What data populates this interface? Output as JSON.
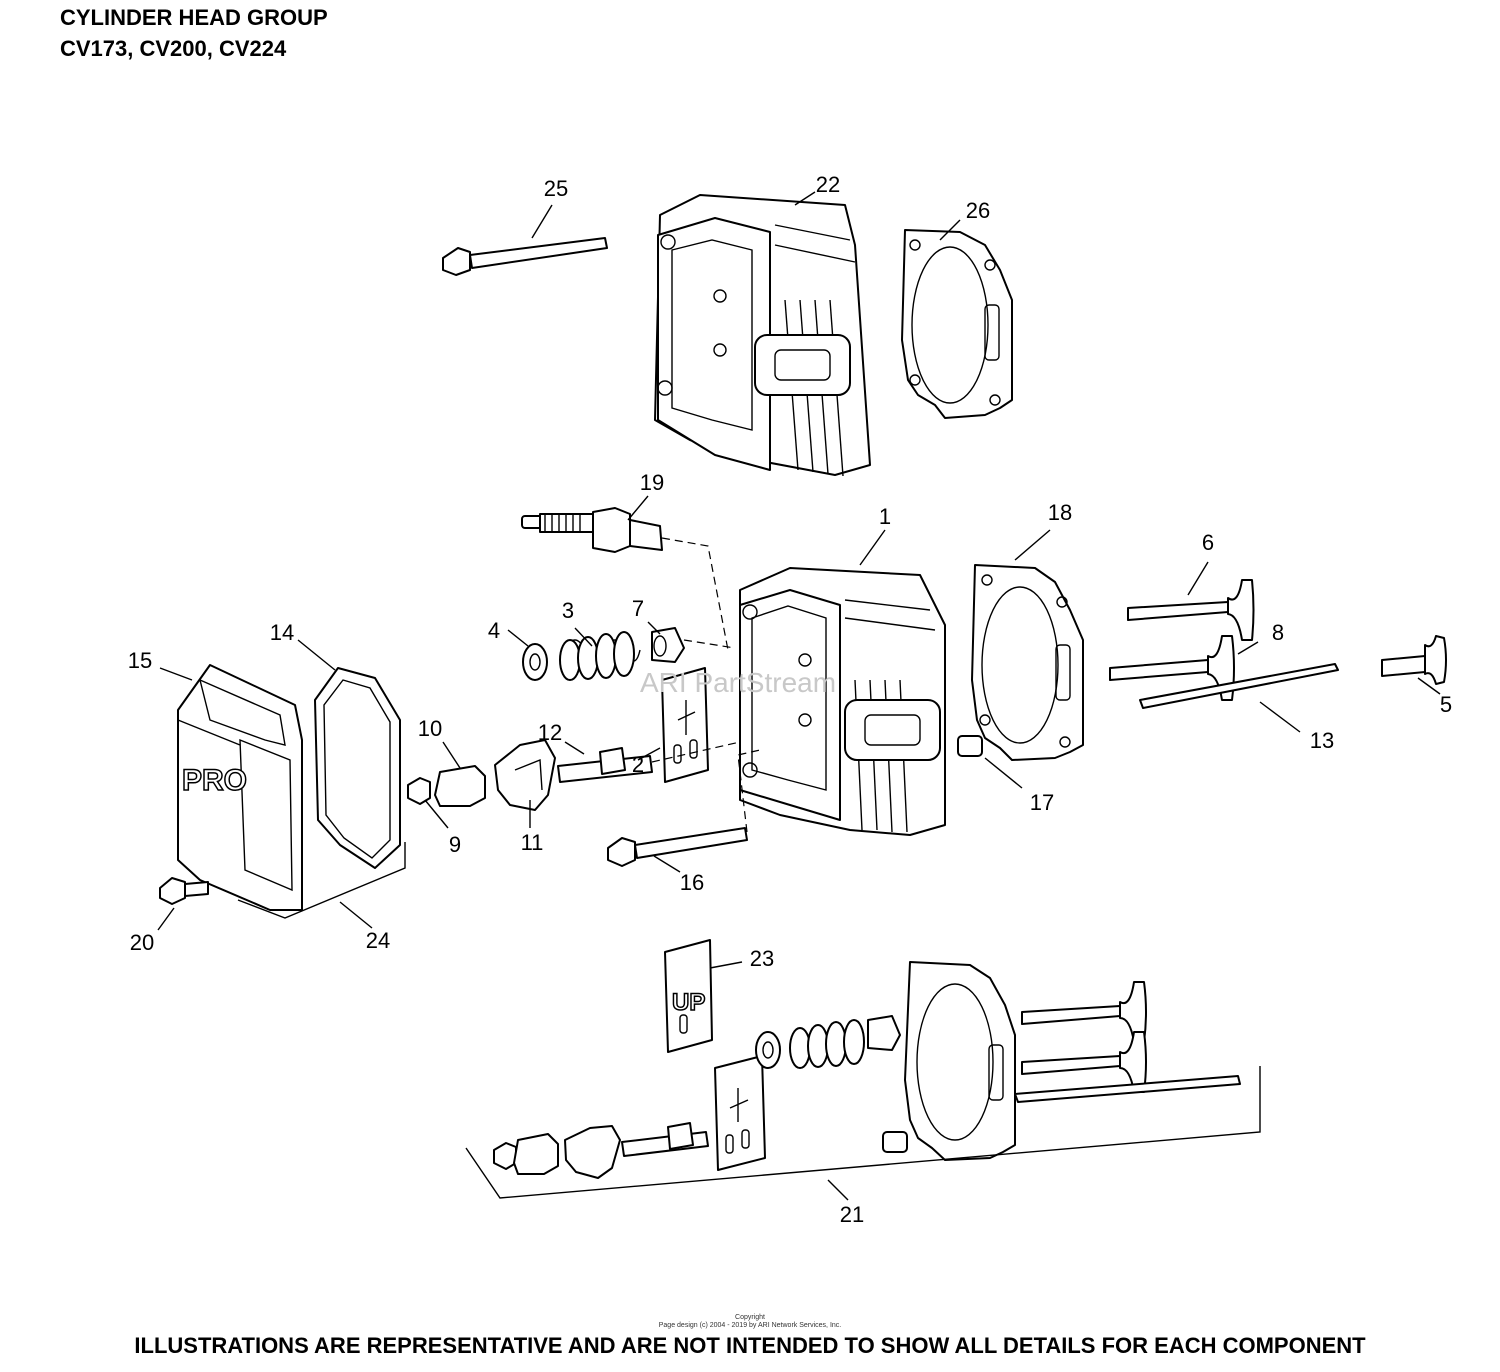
{
  "header": {
    "title_line1": "CYLINDER HEAD GROUP",
    "title_line2": "CV173, CV200, CV224"
  },
  "watermark": "ARI PartStream",
  "emboss": {
    "cover": "PRO",
    "plate": "UP"
  },
  "copyright": {
    "line1": "Copyright",
    "line2": "Page design (c) 2004 - 2019 by ARI Network Services, Inc."
  },
  "footer": "ILLUSTRATIONS ARE REPRESENTATIVE AND ARE NOT INTENDED TO SHOW ALL DETAILS FOR EACH COMPONENT",
  "callouts": [
    {
      "id": "c1",
      "label": "1"
    },
    {
      "id": "c2",
      "label": "2"
    },
    {
      "id": "c3",
      "label": "3"
    },
    {
      "id": "c4",
      "label": "4"
    },
    {
      "id": "c5",
      "label": "5"
    },
    {
      "id": "c6",
      "label": "6"
    },
    {
      "id": "c7",
      "label": "7"
    },
    {
      "id": "c8",
      "label": "8"
    },
    {
      "id": "c9",
      "label": "9"
    },
    {
      "id": "c10",
      "label": "10"
    },
    {
      "id": "c11",
      "label": "11"
    },
    {
      "id": "c12",
      "label": "12"
    },
    {
      "id": "c13",
      "label": "13"
    },
    {
      "id": "c14",
      "label": "14"
    },
    {
      "id": "c15",
      "label": "15"
    },
    {
      "id": "c16",
      "label": "16"
    },
    {
      "id": "c17",
      "label": "17"
    },
    {
      "id": "c18",
      "label": "18"
    },
    {
      "id": "c19",
      "label": "19"
    },
    {
      "id": "c20",
      "label": "20"
    },
    {
      "id": "c21",
      "label": "21"
    },
    {
      "id": "c22",
      "label": "22"
    },
    {
      "id": "c23",
      "label": "23"
    },
    {
      "id": "c24",
      "label": "24"
    },
    {
      "id": "c25",
      "label": "25"
    },
    {
      "id": "c26",
      "label": "26"
    }
  ]
}
